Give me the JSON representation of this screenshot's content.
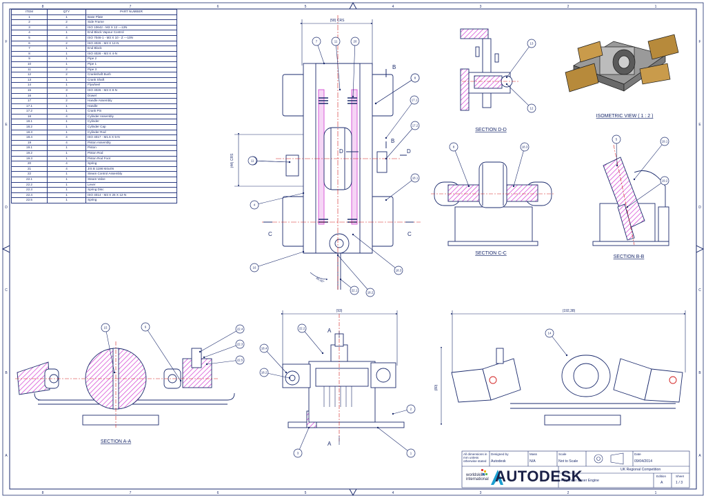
{
  "bom": {
    "headers": [
      "ITEM",
      "QTY",
      "PART NUMBER"
    ],
    "rows": [
      [
        "1",
        "1",
        "Base Plate"
      ],
      [
        "2",
        "2",
        "Side Frame"
      ],
      [
        "3",
        "4",
        "ISO 10642 - M3 X 12 ---12N"
      ],
      [
        "4",
        "1",
        "End Block Vapour Control"
      ],
      [
        "5",
        "4",
        "ISO 7046-1 - M3 X 10 - Z ---10N"
      ],
      [
        "6",
        "2",
        "ISO 4026 - M3 X 12-N"
      ],
      [
        "7",
        "1",
        "End Block"
      ],
      [
        "8",
        "1",
        "ISO 4026 - M3 X 4-N"
      ],
      [
        "9",
        "1",
        "Pipe 2"
      ],
      [
        "10",
        "1",
        "Pipe 1"
      ],
      [
        "11",
        "2",
        "Pipe 3"
      ],
      [
        "12",
        "2",
        "Crankshaft Bush"
      ],
      [
        "13",
        "1",
        "Crank Shaft"
      ],
      [
        "14",
        "1",
        "Flywheel"
      ],
      [
        "15",
        "3",
        "ISO 4026 - M3 X 8-N"
      ],
      [
        "16",
        "1",
        "Dowel"
      ],
      [
        "17",
        "2",
        "Handle Assembly"
      ],
      [
        "17.1",
        "1",
        "Handle"
      ],
      [
        "17.2",
        "1",
        "Crank Pin"
      ],
      [
        "18",
        "4",
        "Cylinder Assembly"
      ],
      [
        "18.1",
        "1",
        "Cylinder"
      ],
      [
        "18.2",
        "1",
        "Cylinder Cap"
      ],
      [
        "18.3",
        "1",
        "Cylinder Rod"
      ],
      [
        "18.4",
        "4",
        "ISO 4017 - M1.6 X 5-N"
      ],
      [
        "19",
        "4",
        "Piston Assembly"
      ],
      [
        "19.1",
        "1",
        "Piston"
      ],
      [
        "19.2",
        "1",
        "Piston Rod"
      ],
      [
        "19.3",
        "1",
        "Piston Rod Foot"
      ],
      [
        "20",
        "4",
        "Spring"
      ],
      [
        "21",
        "4",
        "JIS B 1198 M4x4N"
      ],
      [
        "22",
        "1",
        "Steam Control Assembly"
      ],
      [
        "22.1",
        "1",
        "Steam Valve"
      ],
      [
        "22.2",
        "1",
        "Lever"
      ],
      [
        "22.3",
        "1",
        "Spring Disc"
      ],
      [
        "22.4",
        "1",
        "ISO 4014 - M3 X 26 X 12-N"
      ],
      [
        "22.5",
        "1",
        "Spring"
      ]
    ]
  },
  "views": {
    "isometric": "ISOMETRIC VIEW ( 1 : 2 )",
    "section_dd": "SECTION D-D",
    "section_cc": "SECTION C-C",
    "section_bb": "SECTION B-B",
    "section_aa": "SECTION A-A"
  },
  "dimensions": {
    "top_width": "(58) CRS",
    "left_height": "(44) CRS",
    "angle": "45,00°",
    "front_width": "(93)",
    "right_width": "(192,38)",
    "right_height": "(80)"
  },
  "section_markers": [
    "A",
    "B",
    "C",
    "D"
  ],
  "zone_letters": [
    "F",
    "E",
    "D",
    "C",
    "B",
    "A"
  ],
  "zone_numbers": [
    "8",
    "7",
    "6",
    "5",
    "4",
    "3",
    "2",
    "1"
  ],
  "balloons": {
    "top": [
      "7",
      "11",
      "20",
      "9",
      "17.1",
      "17.2",
      "18.1",
      "18.3",
      "16",
      "4",
      "10",
      "18.2",
      "22.1",
      "11",
      "8"
    ],
    "section_dd": [
      "13",
      "12"
    ],
    "section_cc": [
      "8",
      "18.3"
    ],
    "section_bb": [
      "5",
      "19.1",
      "19.2"
    ],
    "section_aa": [
      "15",
      "6",
      "22.4",
      "22.3",
      "22.5"
    ],
    "front": [
      "22.2",
      "18.4",
      "18.2",
      "2",
      "3",
      "1"
    ],
    "right": [
      "14"
    ]
  },
  "title_block": {
    "note": "All dimensions in mm unless otherwise stated",
    "designed_by_label": "Designed by",
    "designed_by": "Autodesk",
    "mass_label": "Mass",
    "mass": "N/A",
    "scale_label": "Scale",
    "scale": "Not to Scale",
    "date_label": "Date",
    "date": "09/04/2014",
    "competition": "UK Regional Competition",
    "title": "4 Cylinder Boxer Engine",
    "edition_label": "Edition",
    "edition": "A",
    "sheet_label": "Sheet",
    "sheet": "1 / 3",
    "company": "AUTODESK",
    "org_line1": "worldskills",
    "org_line2": "international"
  },
  "colors": {
    "line": "#1a2a6c",
    "hatch": "#d64fd6",
    "center": "#d11a1a",
    "wood": "#b78a3b"
  }
}
